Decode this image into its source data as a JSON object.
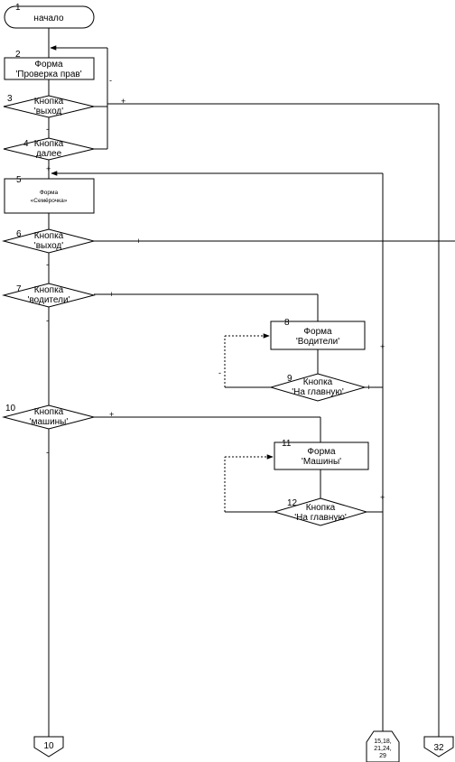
{
  "blocks": {
    "b1": {
      "num": "1",
      "text": "начало"
    },
    "b2": {
      "num": "2",
      "line1": "Форма",
      "line2": "'Проверка прав'"
    },
    "b3": {
      "num": "3",
      "line1": "Кнопка",
      "line2": "'выход'"
    },
    "b4": {
      "num": "4",
      "line1": "Кнопка",
      "line2": "далее"
    },
    "b5": {
      "num": "5",
      "line1": "Форма",
      "line2": "«Семёрочка»"
    },
    "b6": {
      "num": "6",
      "line1": "Кнопка",
      "line2": "'выход'"
    },
    "b7": {
      "num": "7",
      "line1": "Кнопка",
      "line2": "'водители'"
    },
    "b8": {
      "num": "8",
      "line1": "Форма",
      "line2": "'Водители'"
    },
    "b9": {
      "num": "9",
      "line1": "Кнопка",
      "line2": "'На главную'"
    },
    "b10": {
      "num": "10",
      "line1": "Кнопка",
      "line2": "'машины'"
    },
    "b11": {
      "num": "11",
      "line1": "Форма",
      "line2": "'Машины'"
    },
    "b12": {
      "num": "12",
      "line1": "Кнопка",
      "line2": "'На главную'"
    }
  },
  "connectors": {
    "c10": "10",
    "cmulti_l1": "15,18,",
    "cmulti_l2": "21,24,",
    "cmulti_l3": "29",
    "c32": "32"
  },
  "signs": {
    "plus": "+",
    "minus": "-"
  }
}
